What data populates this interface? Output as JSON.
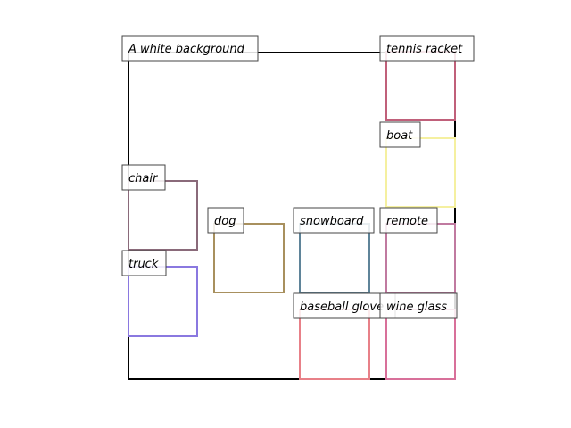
{
  "diagram": {
    "frame": {
      "label": "A white background",
      "color": "#000000"
    },
    "boxes": [
      {
        "id": "tennis-racket",
        "label": "tennis racket",
        "color": "#c0607a"
      },
      {
        "id": "boat",
        "label": "boat",
        "color": "#f5f0a0"
      },
      {
        "id": "chair",
        "label": "chair",
        "color": "#8a6a7a"
      },
      {
        "id": "dog",
        "label": "dog",
        "color": "#a8905e"
      },
      {
        "id": "snowboard",
        "label": "snowboard",
        "color": "#5f8499"
      },
      {
        "id": "remote",
        "label": "remote",
        "color": "#c07aa0"
      },
      {
        "id": "truck",
        "label": "truck",
        "color": "#8a78e0"
      },
      {
        "id": "baseball-glove",
        "label": "baseball glove",
        "color": "#e88088"
      },
      {
        "id": "wine-glass",
        "label": "wine glass",
        "color": "#d8709a"
      }
    ]
  }
}
